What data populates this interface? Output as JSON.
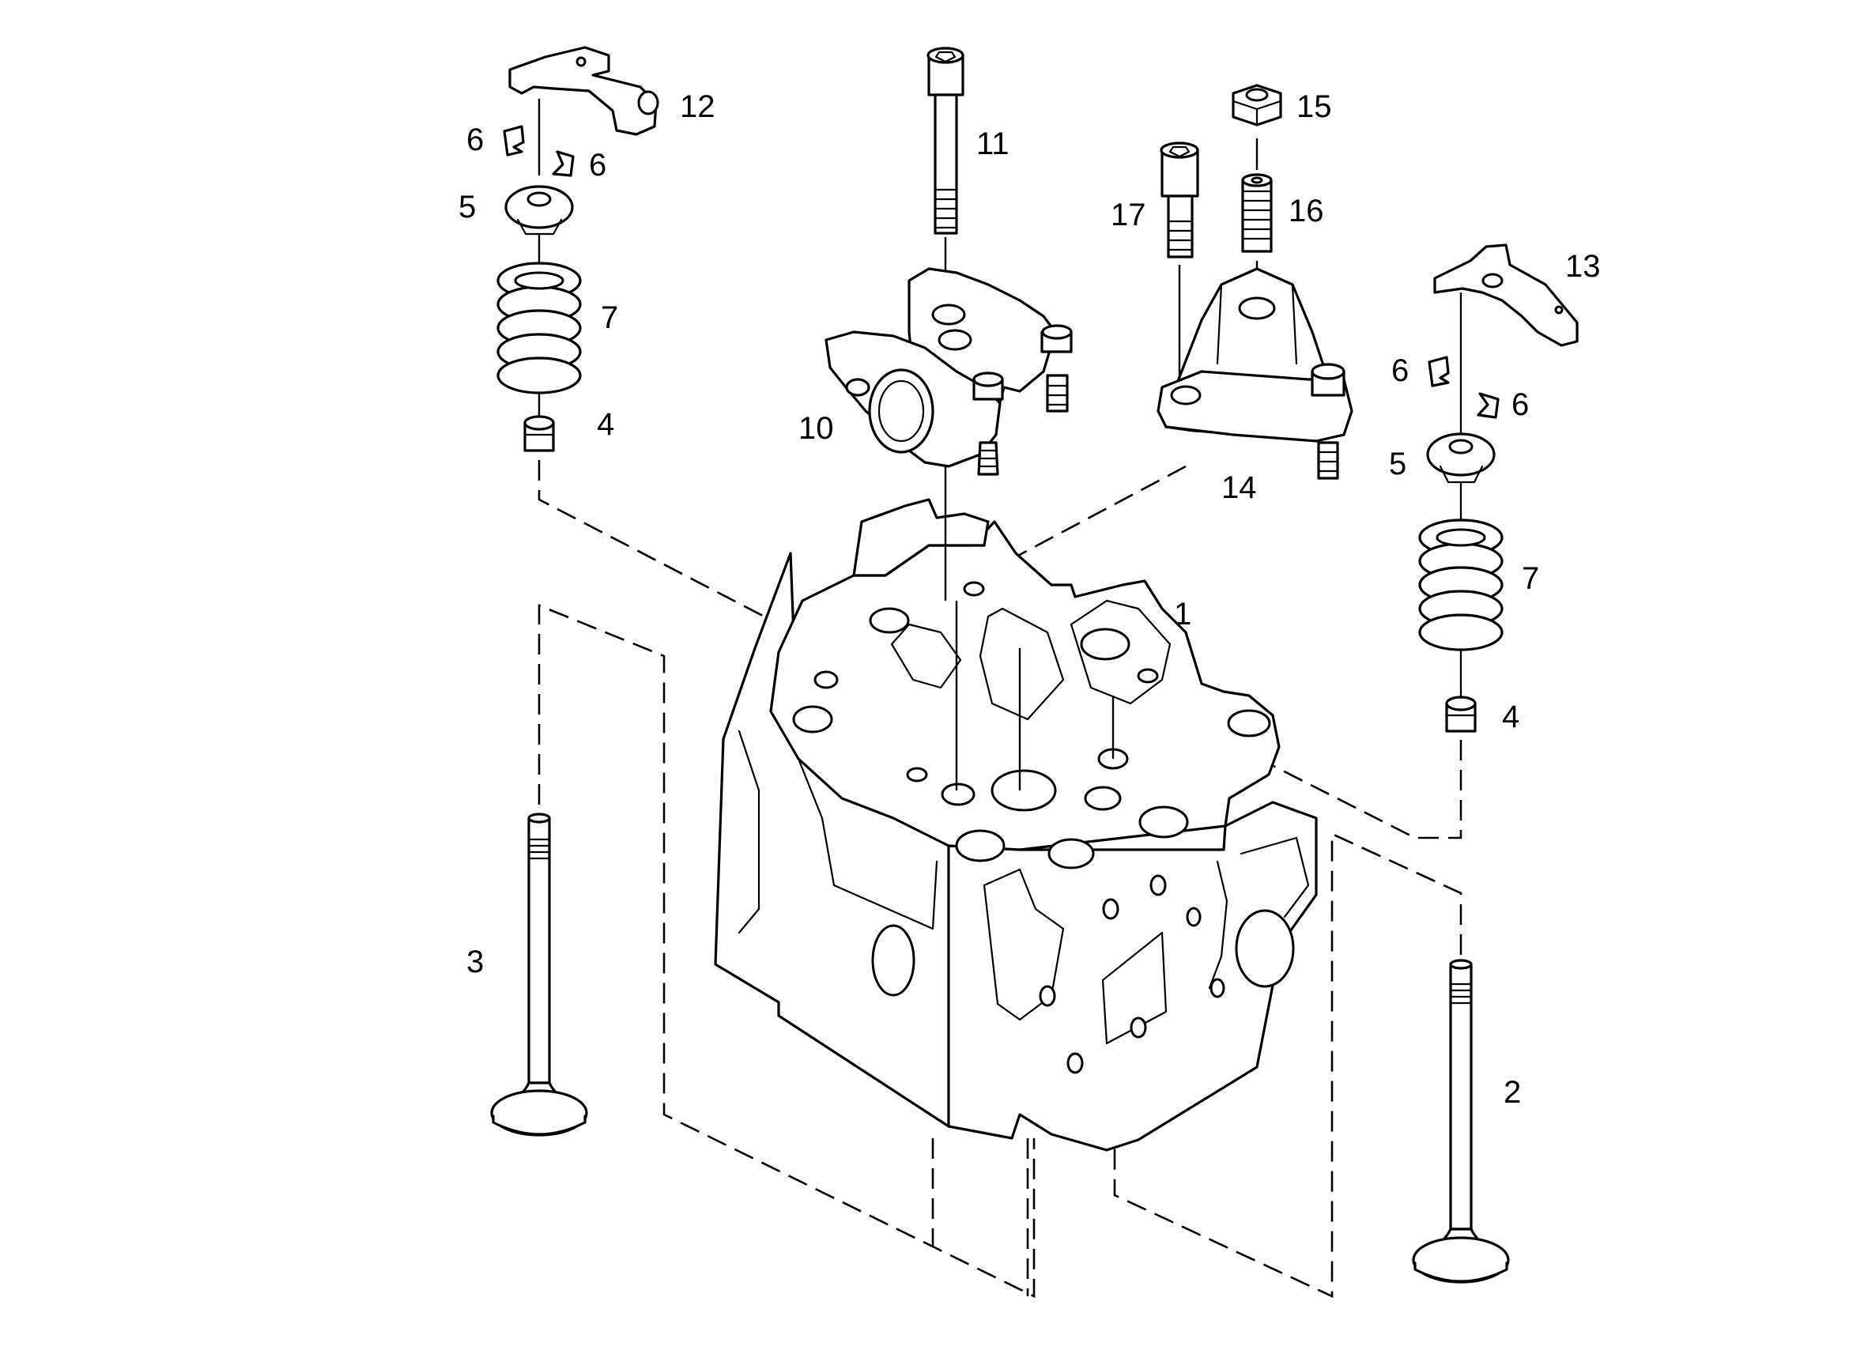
{
  "diagram": {
    "callouts": [
      {
        "id": "c12a",
        "text": "12"
      },
      {
        "id": "c6a",
        "text": "6"
      },
      {
        "id": "c6b",
        "text": "6"
      },
      {
        "id": "c5a",
        "text": "5"
      },
      {
        "id": "c7a",
        "text": "7"
      },
      {
        "id": "c4a",
        "text": "4"
      },
      {
        "id": "c11",
        "text": "11"
      },
      {
        "id": "c10",
        "text": "10"
      },
      {
        "id": "c15",
        "text": "15"
      },
      {
        "id": "c17",
        "text": "17"
      },
      {
        "id": "c16",
        "text": "16"
      },
      {
        "id": "c14",
        "text": "14"
      },
      {
        "id": "c13",
        "text": "13"
      },
      {
        "id": "c6c",
        "text": "6"
      },
      {
        "id": "c6d",
        "text": "6"
      },
      {
        "id": "c5b",
        "text": "5"
      },
      {
        "id": "c7b",
        "text": "7"
      },
      {
        "id": "c4b",
        "text": "4"
      },
      {
        "id": "c1",
        "text": "1"
      },
      {
        "id": "c3",
        "text": "3"
      },
      {
        "id": "c2",
        "text": "2"
      }
    ]
  }
}
